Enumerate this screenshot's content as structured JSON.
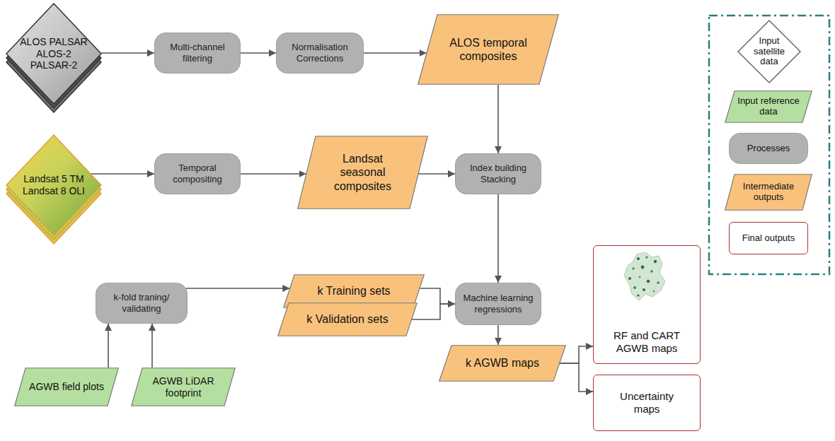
{
  "diagram": {
    "nodes": [
      {
        "text": [
          "ALOS PALSAR ALOS-2 PALSAR-2"
        ]
      },
      {
        "text": [
          "Multi-channel filtering"
        ]
      },
      {
        "text": [
          "Normalisation Corrections"
        ]
      },
      {
        "text": [
          "ALOS temporal composites"
        ]
      },
      {
        "text": [
          "Landsat 5 TM Landsat 8 OLI"
        ]
      },
      {
        "text": [
          "Temporal compositing"
        ]
      },
      {
        "text": [
          "Landsat seasonal composites"
        ]
      },
      {
        "text": [
          "Index building Stacking"
        ]
      },
      {
        "text": [
          "k-fold traning/ validating"
        ]
      },
      {
        "text": [
          "k Training sets"
        ]
      },
      {
        "text": [
          "k Validation sets"
        ]
      },
      {
        "text": [
          "Machine learning regressions"
        ]
      },
      {
        "text": [
          "AGWB field plots"
        ]
      },
      {
        "text": [
          "AGWB LiDAR footprint"
        ]
      },
      {
        "text": [
          "k AGWB maps"
        ]
      },
      {
        "text": [
          "RF and CART AGWB maps"
        ]
      },
      {
        "text": [
          "Uncertainty maps"
        ]
      }
    ],
    "edges": [
      {
        "from": 0,
        "to": 1,
        "arrow": "to"
      },
      {
        "from": 1,
        "to": 2,
        "arrow": "to"
      },
      {
        "from": 2,
        "to": 3,
        "arrow": "to"
      },
      {
        "from": 3,
        "to": 7,
        "arrow": "to"
      },
      {
        "from": 4,
        "to": 5,
        "arrow": "to"
      },
      {
        "from": 5,
        "to": 6,
        "arrow": "to"
      },
      {
        "from": 6,
        "to": 7,
        "arrow": "to"
      },
      {
        "from": 7,
        "to": 11,
        "arrow": "to"
      },
      {
        "from": 12,
        "to": 8,
        "arrow": "to"
      },
      {
        "from": 13,
        "to": 8,
        "arrow": "to"
      },
      {
        "from": 8,
        "to": 9,
        "arrow": "to"
      },
      {
        "from": 9,
        "to": 11,
        "arrow": "to"
      },
      {
        "from": 10,
        "to": 11,
        "arrow": "to"
      },
      {
        "from": 11,
        "to": 14,
        "arrow": "to"
      },
      {
        "from": 14,
        "to": 15,
        "arrow": "to"
      },
      {
        "from": 14,
        "to": 16,
        "arrow": "to"
      }
    ],
    "legend": [
      {
        "text": "Input satellite data"
      },
      {
        "text": "Input reference data",
        "color": "#b5dfa0"
      },
      {
        "text": "Processes",
        "color": "#b1b1b1"
      },
      {
        "text": "Intermediate outputs",
        "color": "#f9c27c"
      },
      {
        "text": "Final outputs"
      }
    ]
  }
}
